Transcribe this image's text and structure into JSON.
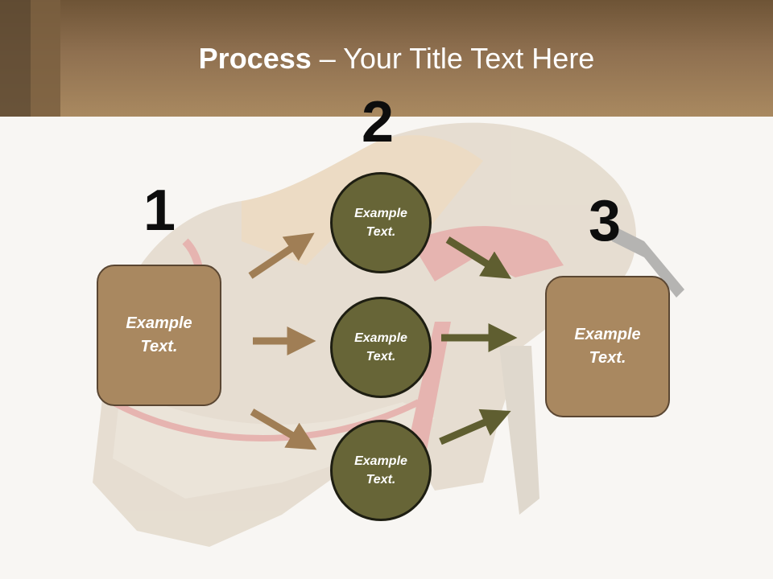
{
  "header": {
    "title_bold": "Process",
    "title_rest": " – Your Title Text Here"
  },
  "steps": {
    "one": {
      "number": "1",
      "box_text": "Example Text."
    },
    "two": {
      "number": "2",
      "circle_top": "Example Text.",
      "circle_mid": "Example Text.",
      "circle_bottom": "Example Text."
    },
    "three": {
      "number": "3",
      "box_text": "Example Text."
    }
  },
  "colors": {
    "header": "#8f7050",
    "box": "#a98860",
    "circle": "#676537",
    "arrow_left": "#a07e55",
    "arrow_right": "#5f5e30"
  }
}
